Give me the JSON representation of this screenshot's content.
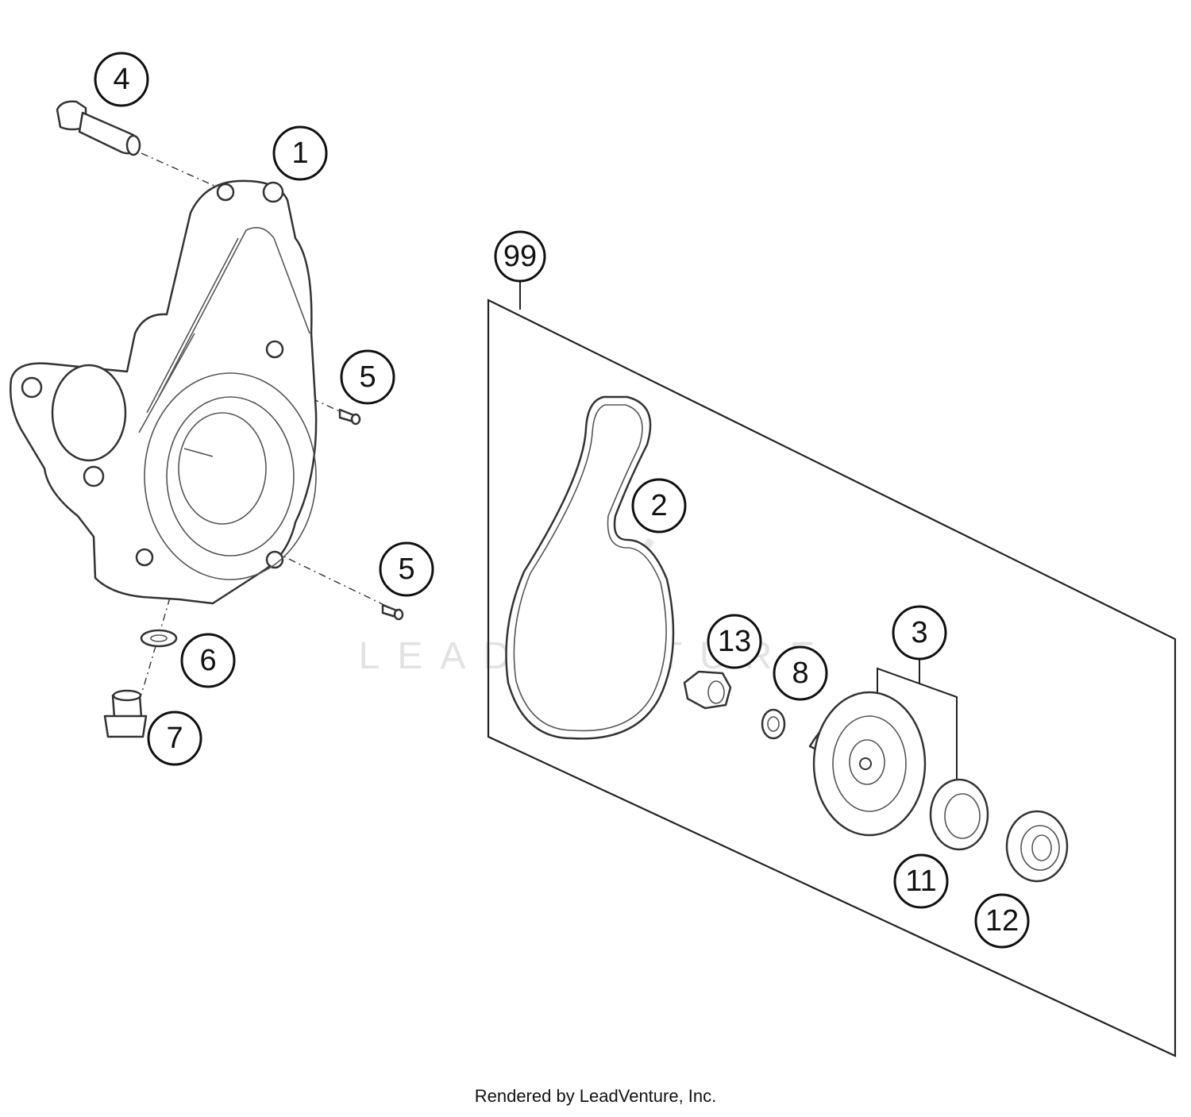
{
  "callouts": [
    {
      "id": "4",
      "label": "4"
    },
    {
      "id": "1",
      "label": "1"
    },
    {
      "id": "99",
      "label": "99"
    },
    {
      "id": "5a",
      "label": "5"
    },
    {
      "id": "5b",
      "label": "5"
    },
    {
      "id": "2",
      "label": "2"
    },
    {
      "id": "6",
      "label": "6"
    },
    {
      "id": "13",
      "label": "13"
    },
    {
      "id": "8",
      "label": "8"
    },
    {
      "id": "3",
      "label": "3"
    },
    {
      "id": "7",
      "label": "7"
    },
    {
      "id": "11",
      "label": "11"
    },
    {
      "id": "12",
      "label": "12"
    }
  ],
  "watermark": {
    "text": "LEADVENTURE"
  },
  "footer": {
    "credit": "Rendered by LeadVenture, Inc."
  }
}
